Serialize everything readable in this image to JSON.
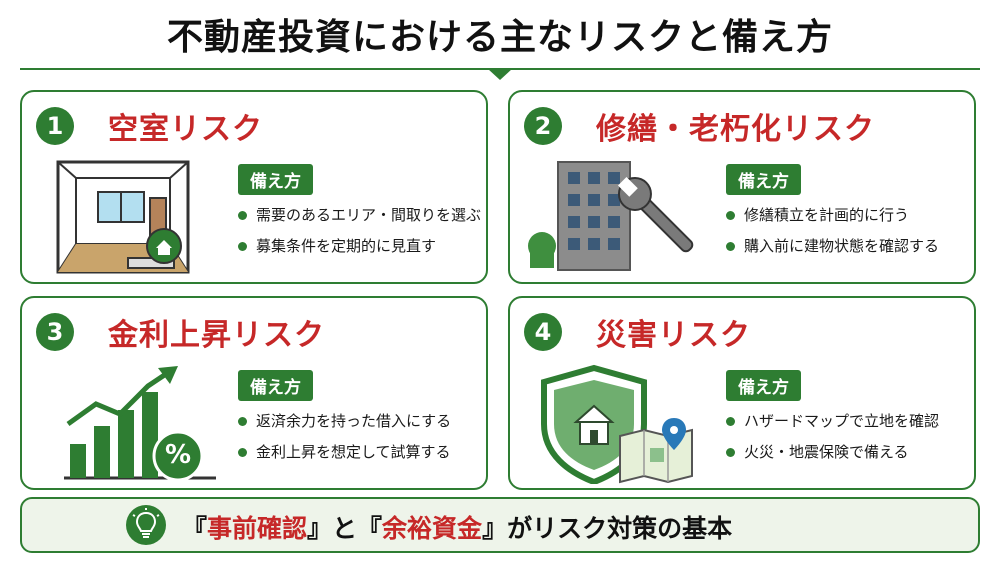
{
  "title": "不動産投資における主なリスクと備え方",
  "cards": [
    {
      "number": "1",
      "title": "空室リスク",
      "badge": "備え方",
      "bullets": [
        "需要のあるエリア・間取りを選ぶ",
        "募集条件を定期的に見直す"
      ],
      "illustration": "empty-room-with-key-icon"
    },
    {
      "number": "2",
      "title": "修繕・老朽化リスク",
      "badge": "備え方",
      "bullets": [
        "修繕積立を計画的に行う",
        "購入前に建物状態を確認する"
      ],
      "illustration": "building-with-wrench-icon"
    },
    {
      "number": "3",
      "title": "金利上昇リスク",
      "badge": "備え方",
      "bullets": [
        "返済余力を持った借入にする",
        "金利上昇を想定して試算する"
      ],
      "illustration": "rising-bar-chart-percent-icon",
      "percent_symbol": "%"
    },
    {
      "number": "4",
      "title": "災害リスク",
      "badge": "備え方",
      "bullets": [
        "ハザードマップで立地を確認",
        "火災・地震保険で備える"
      ],
      "illustration": "shield-house-map-icon"
    }
  ],
  "footer": {
    "part1": "『",
    "highlight1": "事前確認",
    "part2": "』と『",
    "highlight2": "余裕資金",
    "part3": "』がリスク対策の基本",
    "icon": "lightbulb-icon"
  },
  "colors": {
    "accent": "#2e7d32",
    "title_red": "#c62828",
    "footer_bg": "#eef4ea"
  }
}
